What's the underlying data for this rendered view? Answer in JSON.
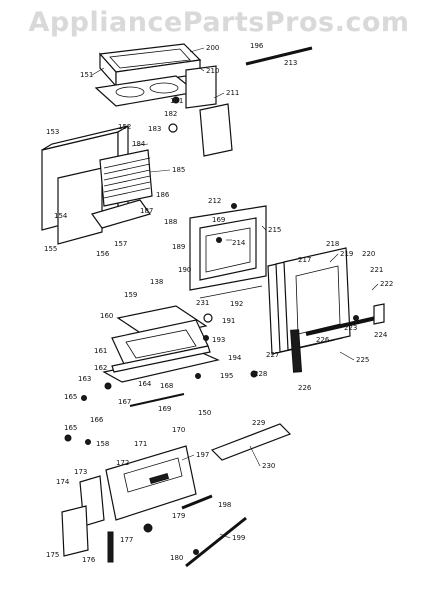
{
  "watermark": "AppliancePartsPros.com",
  "labels": [
    "200",
    "210",
    "151",
    "181",
    "182",
    "183",
    "211",
    "196",
    "213",
    "153",
    "152",
    "184",
    "185",
    "186",
    "187",
    "188",
    "154",
    "155",
    "156",
    "157",
    "212",
    "169",
    "215",
    "214",
    "189",
    "190",
    "192",
    "138",
    "159",
    "160",
    "231",
    "191",
    "193",
    "161",
    "194",
    "162",
    "163",
    "164",
    "195",
    "165",
    "166",
    "167",
    "168",
    "169",
    "170",
    "150",
    "218",
    "217",
    "219",
    "220",
    "221",
    "222",
    "223",
    "224",
    "225",
    "226",
    "227",
    "228",
    "226",
    "165",
    "158",
    "171",
    "172",
    "197",
    "173",
    "174",
    "179",
    "198",
    "229",
    "230",
    "175",
    "176",
    "177",
    "180",
    "199"
  ]
}
